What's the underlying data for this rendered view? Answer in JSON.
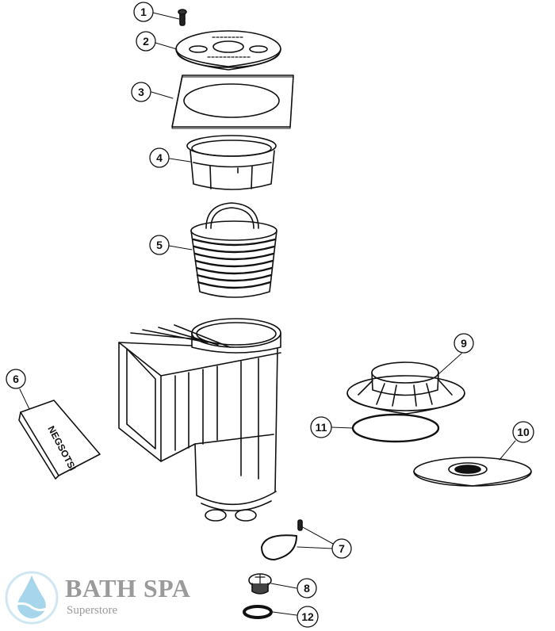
{
  "diagram": {
    "type": "exploded-parts-diagram",
    "subject": "Pool skimmer assembly",
    "line_color": "#111111",
    "callouts": [
      {
        "id": "1",
        "label": "1",
        "part": "screw"
      },
      {
        "id": "2",
        "label": "2",
        "part": "skimmer lid"
      },
      {
        "id": "3",
        "label": "3",
        "part": "square collar plate"
      },
      {
        "id": "4",
        "label": "4",
        "part": "extension ring"
      },
      {
        "id": "5",
        "label": "5",
        "part": "basket"
      },
      {
        "id": "6",
        "label": "6",
        "part": "weir flap"
      },
      {
        "id": "7",
        "label": "7",
        "part": "screw and check valve flap"
      },
      {
        "id": "8",
        "label": "8",
        "part": "plug"
      },
      {
        "id": "9",
        "label": "9",
        "part": "vacuum plate"
      },
      {
        "id": "10",
        "label": "10",
        "part": "return fitting disc"
      },
      {
        "id": "11",
        "label": "11",
        "part": "o-ring"
      },
      {
        "id": "12",
        "label": "12",
        "part": "gasket"
      }
    ]
  },
  "logo": {
    "title": "BATH SPA",
    "subtitle": "Superstore",
    "icon": "water-drop-icon",
    "icon_color": "#9fd0ea",
    "text_color": "#9a9a9a"
  }
}
